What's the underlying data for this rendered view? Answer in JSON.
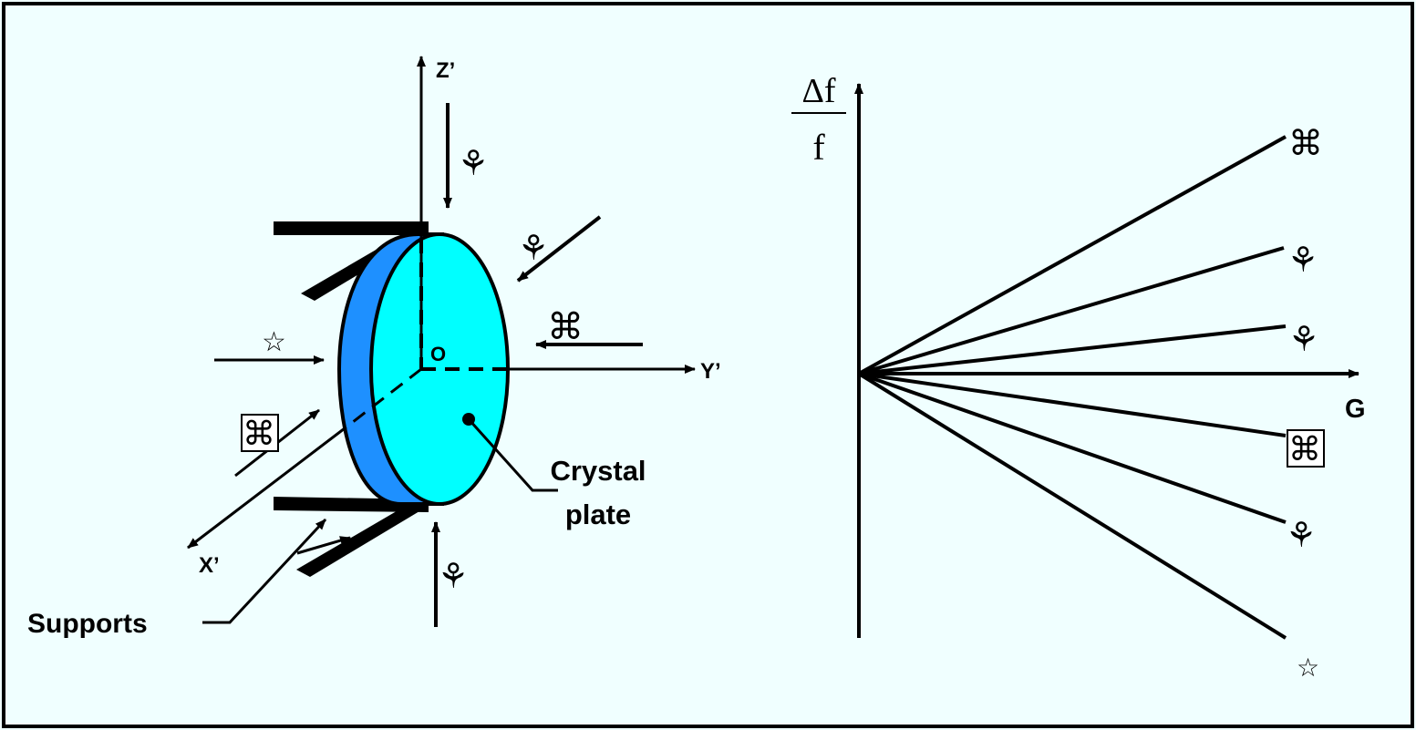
{
  "left_diagram": {
    "axis_z": "Z’",
    "axis_y": "Y’",
    "axis_x": "X’",
    "origin": "O",
    "crystal_label_line1": "Crystal",
    "crystal_label_line2": "plate",
    "supports_label": "Supports",
    "force_symbols": {
      "top": "⚘",
      "upper_right": "⚘",
      "right": "⌘",
      "left": "☆",
      "lower_left": "⌘",
      "bottom": "⚘"
    }
  },
  "right_diagram": {
    "y_label_numerator": "Δf",
    "y_label_denominator": "f",
    "x_label": "G",
    "line_labels": [
      "⌘",
      "⚘",
      "⚘",
      "⌘",
      "⚘",
      "☆"
    ]
  },
  "colors": {
    "background": "#f0ffff",
    "plate_face": "#00ffff",
    "plate_rim": "#1e90ff",
    "line": "#000000"
  }
}
